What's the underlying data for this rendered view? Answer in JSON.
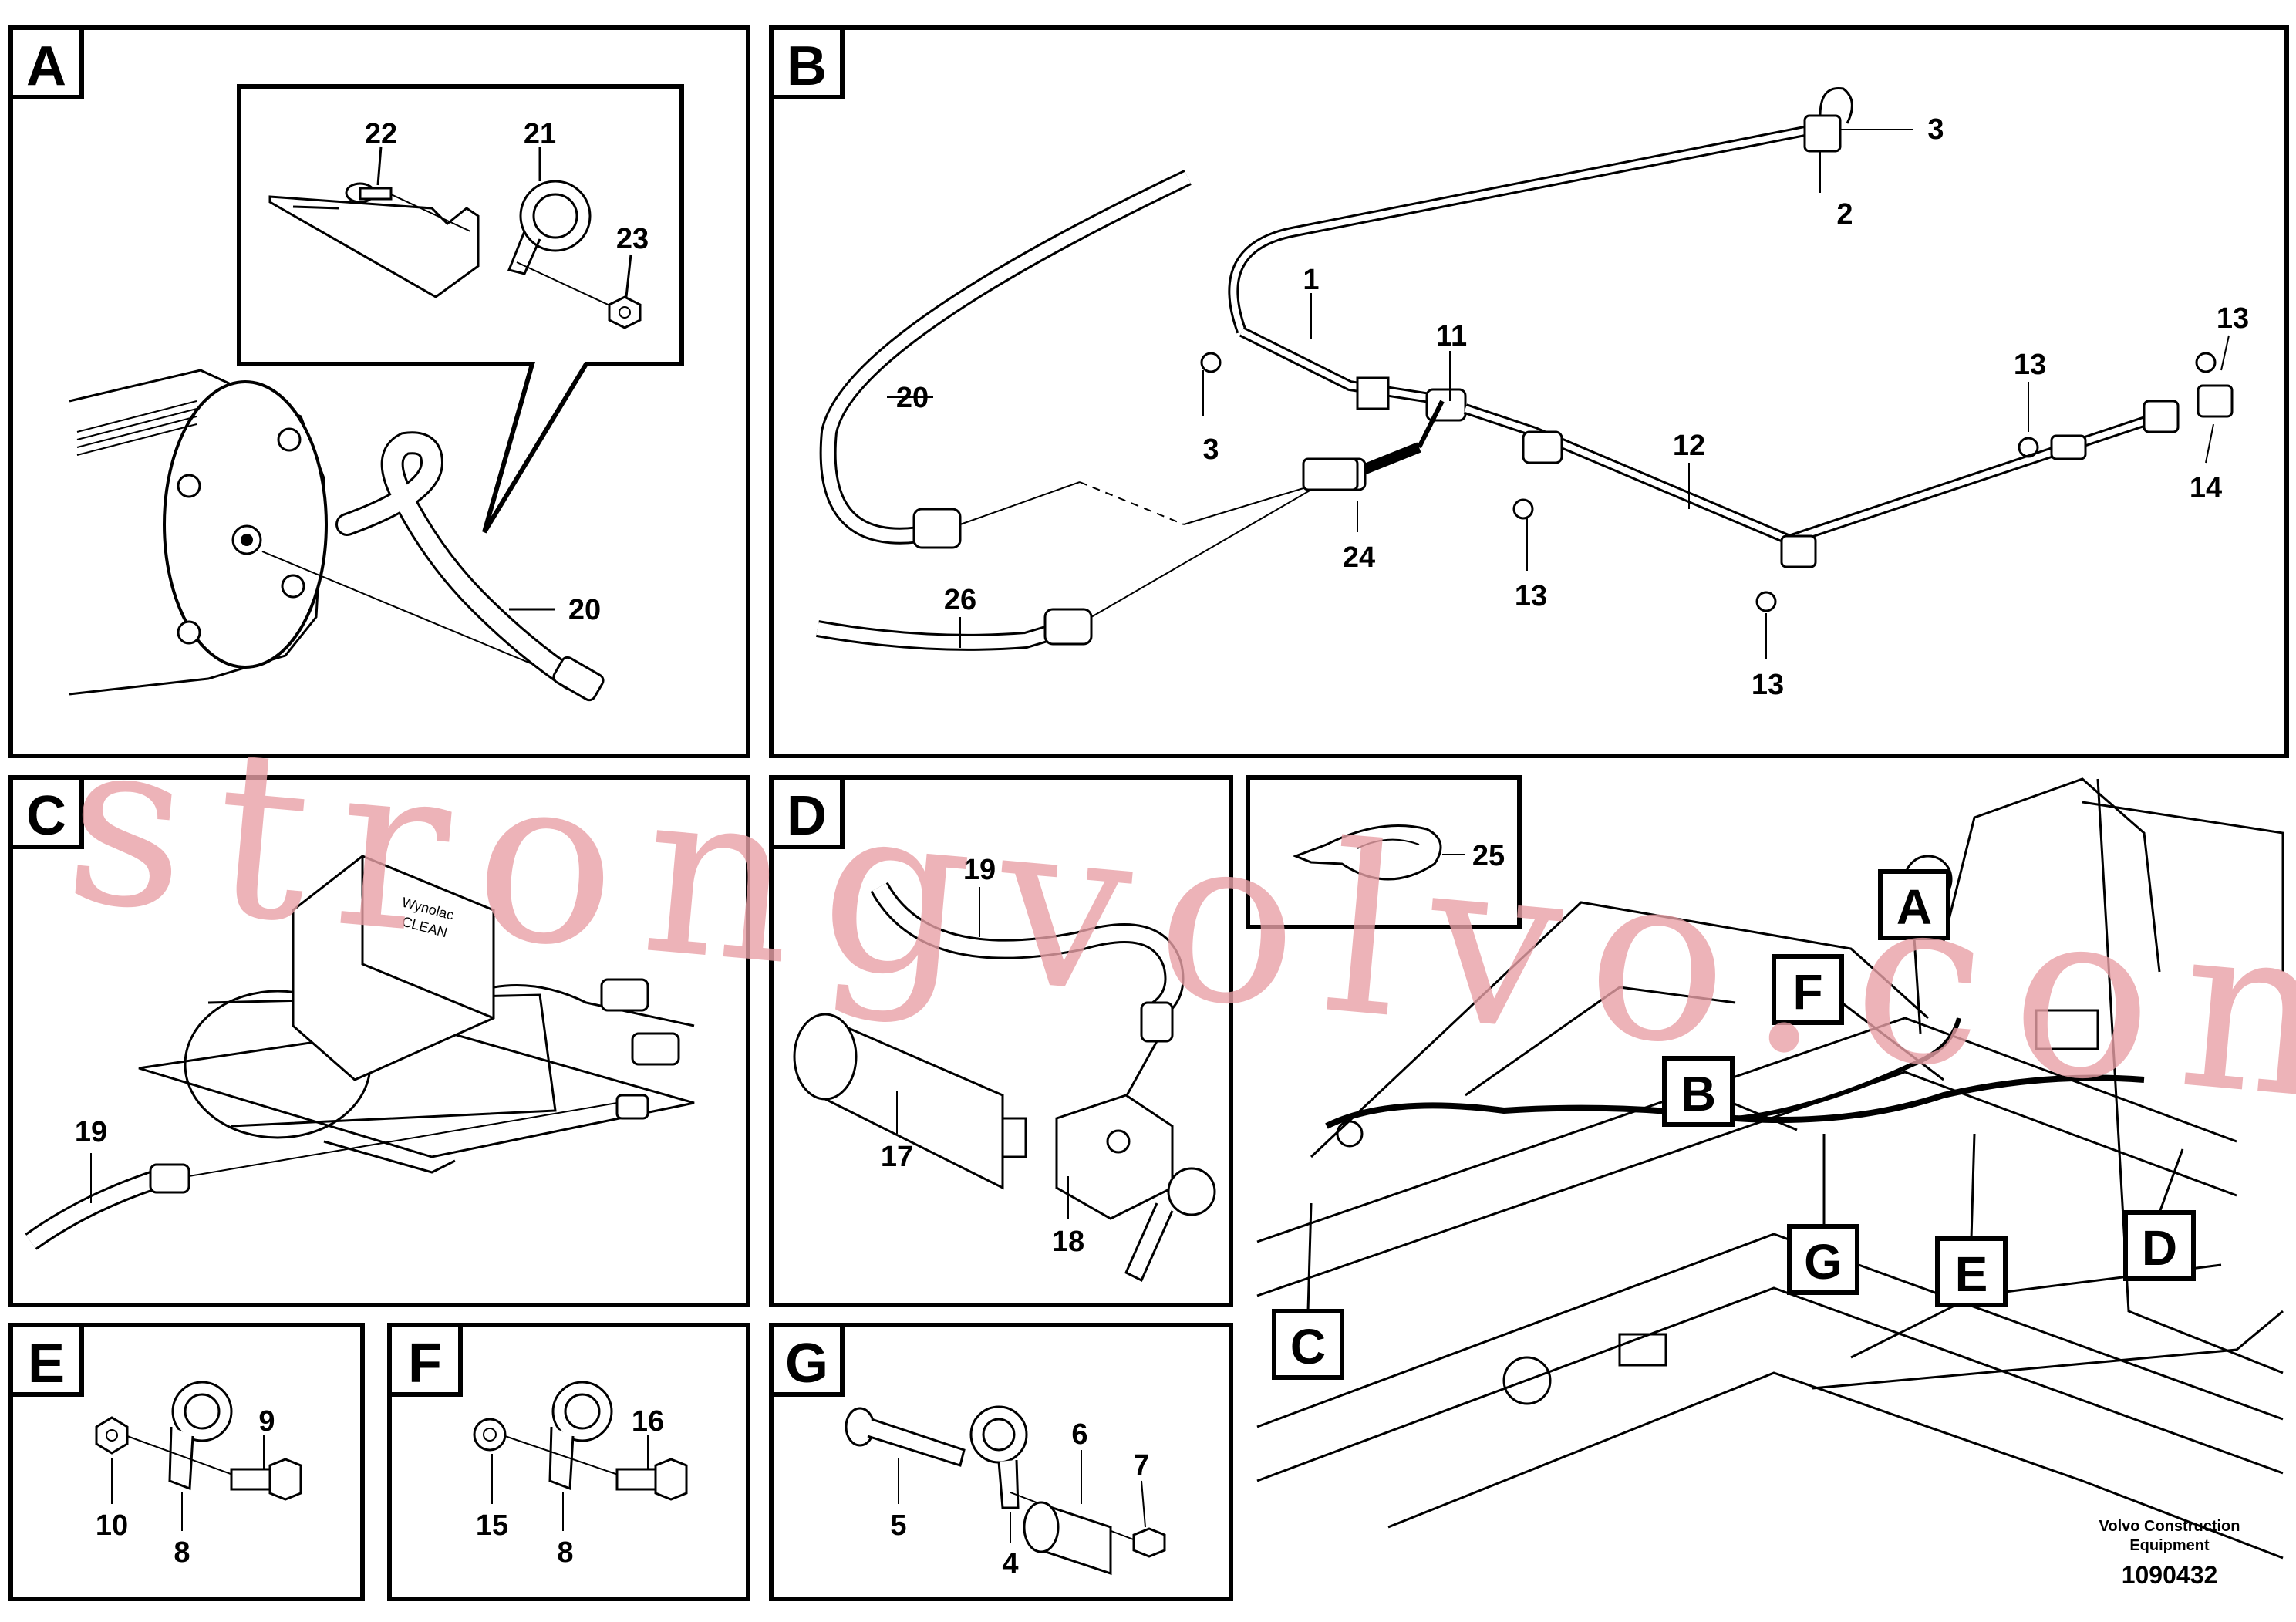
{
  "panels": {
    "A": {
      "letter": "A",
      "labels": {
        "l20": "20",
        "l21": "21",
        "l22": "22",
        "l23": "23"
      }
    },
    "B": {
      "letter": "B",
      "labels": {
        "l1": "1",
        "l2": "2",
        "l3a": "3",
        "l3b": "3",
        "l11": "11",
        "l12": "12",
        "l13a": "13",
        "l13b": "13",
        "l13c": "13",
        "l13d": "13",
        "l14": "14",
        "l20": "20",
        "l24": "24",
        "l26": "26"
      }
    },
    "C": {
      "letter": "C",
      "labels": {
        "l19": "19"
      },
      "device_text": [
        "Wynolac",
        "CLEAN"
      ]
    },
    "D": {
      "letter": "D",
      "labels": {
        "l17": "17",
        "l18": "18",
        "l19": "19"
      }
    },
    "E": {
      "letter": "E",
      "labels": {
        "l8": "8",
        "l9": "9",
        "l10": "10"
      }
    },
    "F": {
      "letter": "F",
      "labels": {
        "l8": "8",
        "l15": "15",
        "l16": "16"
      }
    },
    "G": {
      "letter": "G",
      "labels": {
        "l4": "4",
        "l5": "5",
        "l6": "6",
        "l7": "7"
      }
    },
    "tie": {
      "labels": {
        "l25": "25"
      }
    },
    "overview": {
      "callouts": {
        "A": "A",
        "B": "B",
        "C": "C",
        "D": "D",
        "E": "E",
        "F": "F",
        "G": "G"
      }
    }
  },
  "footer": {
    "company_line1": "Volvo Construction",
    "company_line2": "Equipment",
    "drawing_number": "1090432"
  },
  "watermark": "strongvolvo.com",
  "colors": {
    "line": "#000000",
    "watermark": "#e8a0a6",
    "background": "#ffffff"
  }
}
